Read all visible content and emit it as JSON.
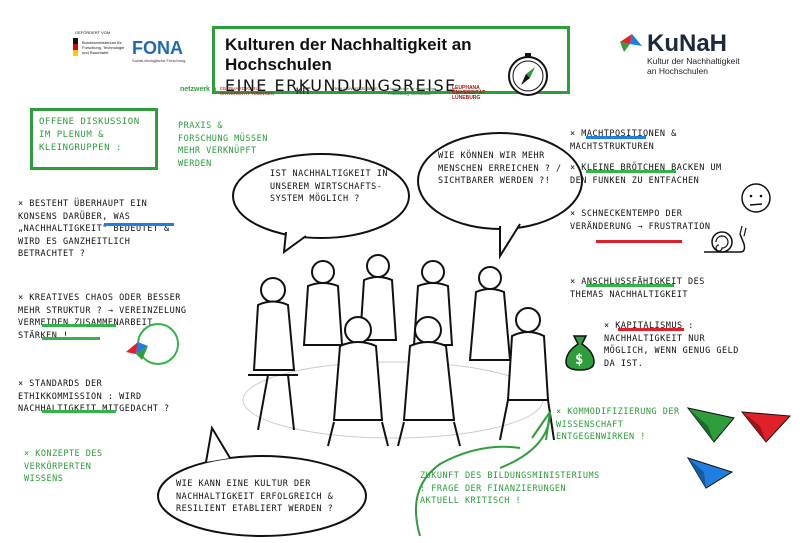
{
  "header": {
    "title": "Kulturen der Nachhaltigkeit an Hochschulen",
    "subtitle": "EINE ERKUNDUNGSREISE"
  },
  "sponsor": {
    "gefoerdert": "GEFÖRDERT VOM",
    "ministry": "Bundesministerium für Forschung, Technologie und Raumfahrt",
    "fona": "FONA",
    "fona_sub": "Sozial-ökologische Forschung"
  },
  "partners": [
    "netzwerk n",
    "EBERHARD KARLS UNIVERSITÄT TÜBINGEN",
    "KIT",
    "Freie Universität Berlin",
    "Hochschule für nachhaltige Entwicklung Eberswalde",
    "LEUPHANA UNIVERSITÄT LÜNEBURG"
  ],
  "kunah": {
    "name": "KuNaH",
    "tagline": "Kultur der Nachhaltigkeit an Hochschulen"
  },
  "left": {
    "plenum": "OFFENE DISKUSSION IM PLENUM & KLEINGRUPPEN :",
    "praxis": "PRAXIS & FORSCHUNG MÜSSEN MEHR VERKNÜPFT WERDEN",
    "konsens": "× BESTEHT ÜBERHAUPT EIN KONSENS DARÜBER, WAS „NACHHALTIGKEIT\" BEDEUTET & WIRD ES GANZHEITLICH BETRACHTET ?",
    "chaos": "× KREATIVES CHAOS ODER BESSER MEHR STRUKTUR ? → VEREINZELUNG VERMEIDEN ZUSAMMENARBEIT STÄRKEN !",
    "standards": "× STANDARDS DER ETHIKKOMMISSION : WIRD NACHHALTIGKEIT MITGEDACHT ?",
    "konzepte": "× KONZEPTE DES VERKÖRPERTEN WISSENS"
  },
  "bubbles": {
    "b1": "IST NACHHALTIGKEIT IN UNSEREM WIRTSCHAFTS-SYSTEM MÖGLICH ?",
    "b2": "WIE KÖNNEN WIR MEHR MENSCHEN ERREICHEN ? / SICHTBARER WERDEN ?!",
    "b3": "WIE KANN EINE KULTUR DER NACHHALTIGKEIT ERFOLGREICH & RESILIENT ETABLIERT WERDEN ?"
  },
  "right": {
    "macht": "× MACHTPOSITIONEN & MACHTSTRUKTUREN",
    "broetchen": "× KLEINE BRÖTCHEN BACKEN UM DEN FUNKEN ZU ENTFACHEN",
    "schnecke": "× SCHNECKENTEMPO DER VERÄNDERUNG → FRUSTRATION",
    "anschluss": "× ANSCHLUSSFÄHIGKEIT DES THEMAS NACHHALTIGKEIT",
    "kapital": "× KAPITALISMUS : NACHHALTIGKEIT NUR MÖGLICH, WENN GENUG GELD DA IST.",
    "kommod": "× KOMMODIFIZIERUNG DER WISSENSCHAFT ENTGEGENWIRKEN !",
    "zukunft": "ZUKUNFT DES BILDUNGSMINISTERIUMS : FRAGE DER FINANZIERUNGEN AKTUELL KRITISCH !"
  }
}
